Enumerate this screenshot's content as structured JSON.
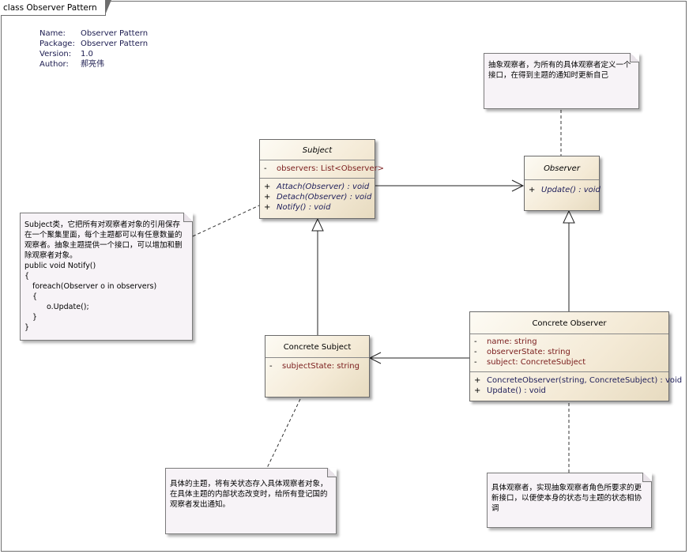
{
  "frame": {
    "label": "class Observer Pattern"
  },
  "meta": [
    {
      "key": "Name:",
      "value": "Observer Pattern"
    },
    {
      "key": "Package:",
      "value": "Observer Pattern"
    },
    {
      "key": "Version:",
      "value": "1.0"
    },
    {
      "key": "Author:",
      "value": "郝亮伟"
    }
  ],
  "classes": {
    "subject": {
      "name": "Subject",
      "attrs": [
        {
          "vis": "-",
          "text": "observers:  List<Observer>"
        }
      ],
      "ops": [
        {
          "vis": "+",
          "text": "Attach(Observer) : void"
        },
        {
          "vis": "+",
          "text": "Detach(Observer) : void"
        },
        {
          "vis": "+",
          "text": "Notify() : void"
        }
      ]
    },
    "observer": {
      "name": "Observer",
      "ops": [
        {
          "vis": "+",
          "text": "Update() : void"
        }
      ]
    },
    "concrete_subject": {
      "name": "Concrete Subject",
      "attrs": [
        {
          "vis": "-",
          "text": "subjectState:  string"
        }
      ]
    },
    "concrete_observer": {
      "name": "Concrete Observer",
      "attrs": [
        {
          "vis": "-",
          "text": "name:  string"
        },
        {
          "vis": "-",
          "text": "observerState:  string"
        },
        {
          "vis": "-",
          "text": "subject:  ConcreteSubject"
        }
      ],
      "ops": [
        {
          "vis": "+",
          "text": "ConcreteObserver(string, ConcreteSubject) : void"
        },
        {
          "vis": "+",
          "text": "Update() : void"
        }
      ]
    }
  },
  "notes": {
    "observer_note": [
      "抽象观察者，为所有的具体观察者定义一个",
      "接口，在得到主题的通知时更新自己"
    ],
    "subject_note": [
      "Subject类，它把所有对观察者对象的引用保存",
      "在一个聚集里面，每个主题都可以有任意数量的",
      "观察者。抽象主题提供一个接口，可以增加和删",
      "除观察者对象。",
      "public void Notify()",
      "{",
      "    foreach(Observer o in observers)",
      "    {",
      "            o.Update();",
      "    }",
      "}"
    ],
    "concrete_subject_note": [
      "具体的主题，将有关状态存入具体观察者对象，",
      "在具体主题的内部状态改变时，给所有登记国的",
      "观察者发出通知。"
    ],
    "concrete_observer_note": [
      "具体观察者，实现抽象观察者角色所要求的更",
      "新接口，以便使本身的状态与主题的状态相协",
      "调"
    ]
  }
}
